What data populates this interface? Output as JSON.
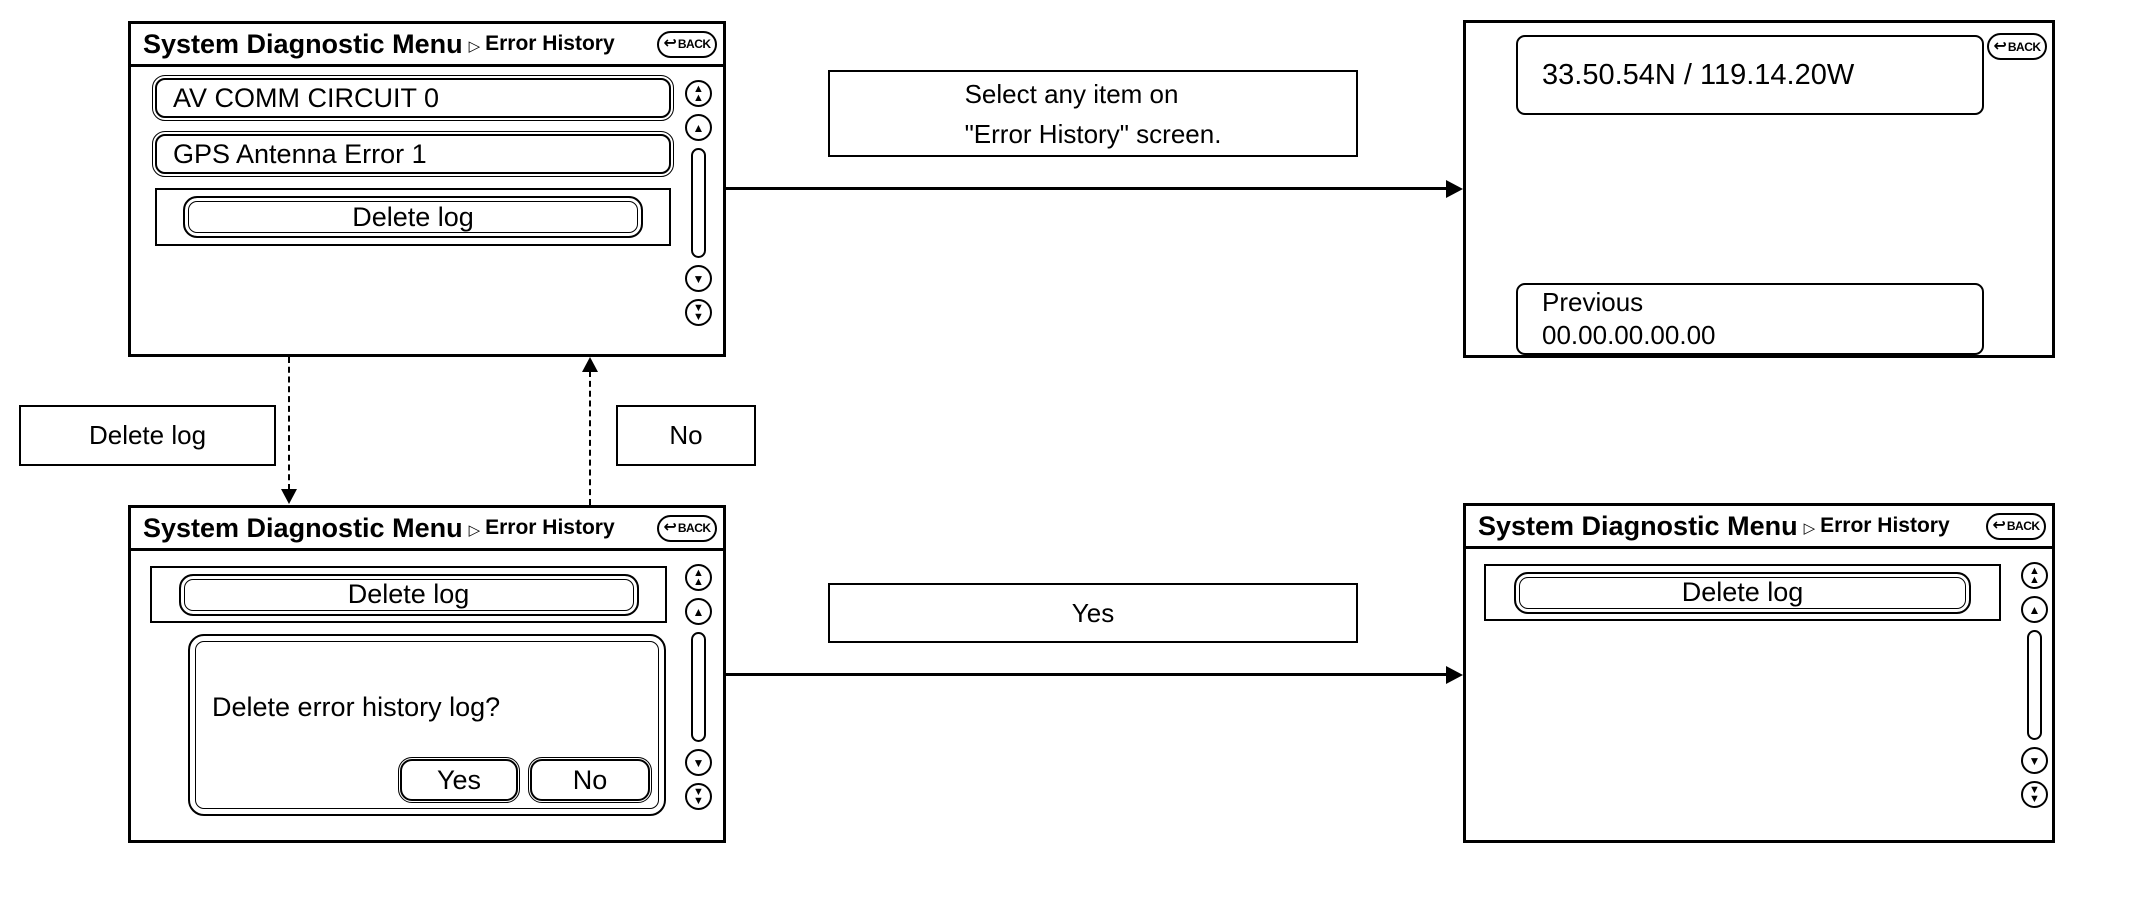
{
  "icons": {
    "back": "↩",
    "up": "▲",
    "down": "▼",
    "breadcrumb_sep": "▷"
  },
  "flow_labels": {
    "select_item": {
      "line1": "Select any item on",
      "line2": "\"Error History\" screen."
    },
    "delete_log": "Delete log",
    "no": "No",
    "yes": "Yes"
  },
  "screens": {
    "error_history": {
      "title": "System Diagnostic Menu",
      "breadcrumb": "Error History",
      "back_label": "BACK",
      "items": [
        "AV COMM CIRCUIT 0",
        "GPS Antenna Error 1"
      ],
      "delete_button": "Delete log"
    },
    "error_detail": {
      "back_label": "BACK",
      "coordinates": "33.50.54N / 119.14.20W",
      "previous_label": "Previous",
      "previous_value": "00.00.00.00.00"
    },
    "delete_confirm": {
      "title": "System Diagnostic Menu",
      "breadcrumb": "Error History",
      "back_label": "BACK",
      "delete_button": "Delete log",
      "dialog": {
        "message": "Delete error history log?",
        "yes": "Yes",
        "no": "No"
      }
    },
    "error_history_cleared": {
      "title": "System Diagnostic Menu",
      "breadcrumb": "Error History",
      "back_label": "BACK",
      "delete_button": "Delete log"
    }
  },
  "colors": {
    "ink": "#000000",
    "paper": "#ffffff"
  }
}
